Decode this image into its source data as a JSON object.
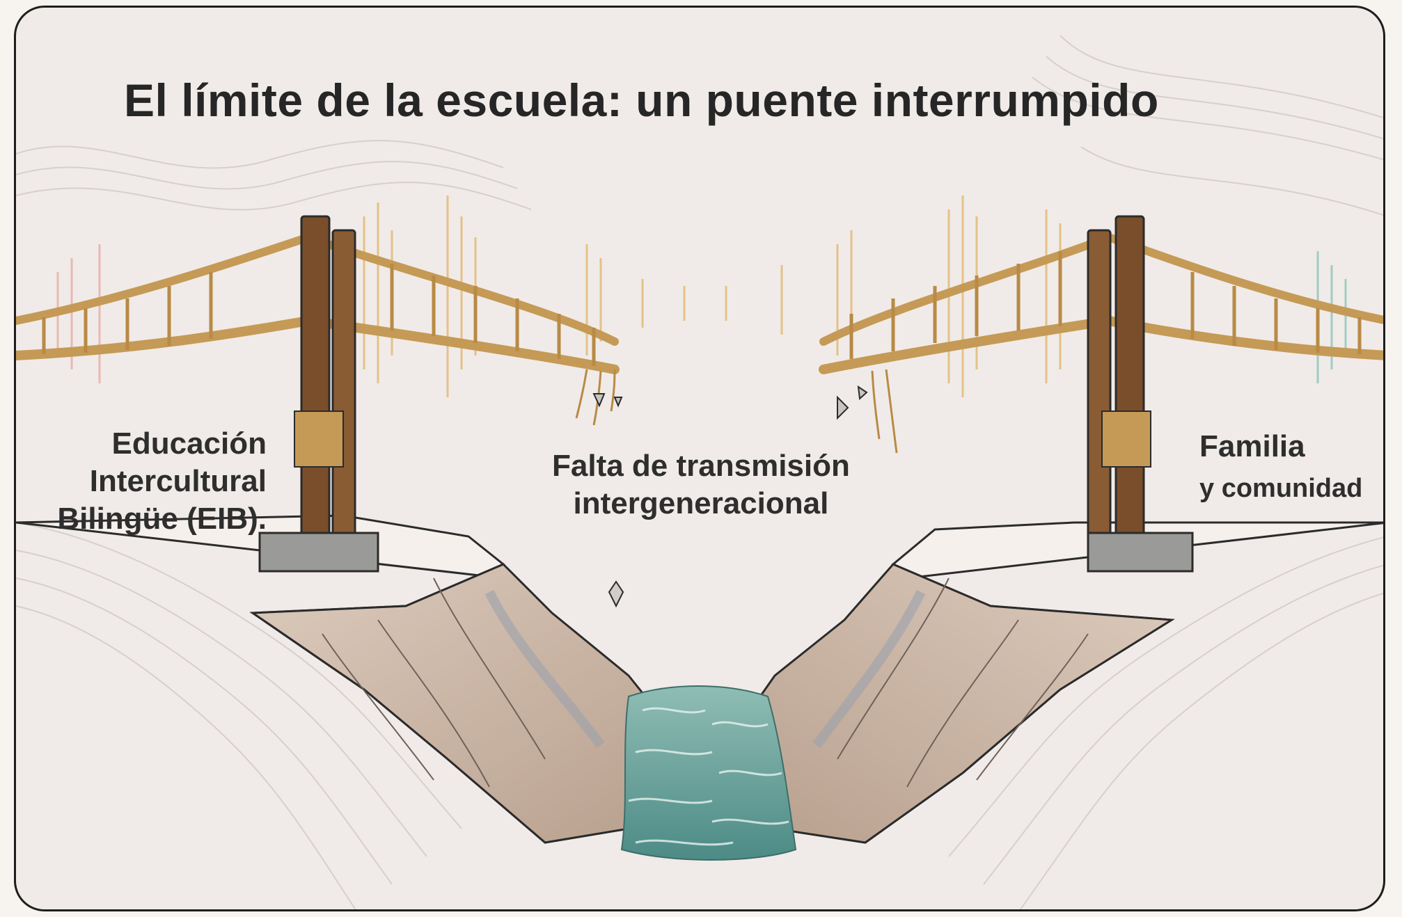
{
  "title": "El límite de la escuela: un puente interrumpido",
  "labels": {
    "left": [
      "Educación",
      "Intercultural",
      "Bilingüe (EIB)."
    ],
    "center": [
      "Falta de transmisión",
      "intergeneracional"
    ],
    "right_line1": "Familia",
    "right_line2": "y comunidad"
  },
  "colors": {
    "background": "#f0ebe8",
    "rope": "#c59a56",
    "wood": "#7a4e2b",
    "rock": "#cdb8a6",
    "water": "#6fa39a",
    "sound_wave": "#e2b46a"
  }
}
